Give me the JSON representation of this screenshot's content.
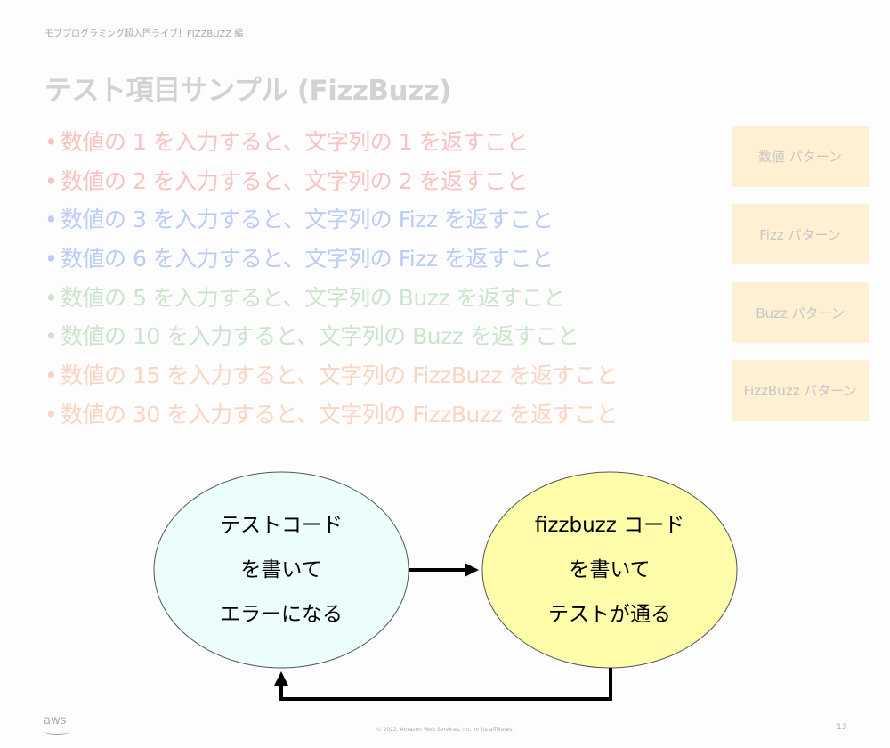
{
  "header": {
    "subtitle": "モブプログラミング超入門ライブ！FIZZBUZZ 編"
  },
  "title": "テスト項目サンプル (FizzBuzz)",
  "bullets": [
    {
      "text": "数値の 1 を入力すると、文字列の 1 を返すこと",
      "color": "#f9c2c2"
    },
    {
      "text": "数値の 2 を入力すると、文字列の 2 を返すこと",
      "color": "#f9c2c2"
    },
    {
      "text": "数値の 3 を入力すると、文字列の Fizz を返すこと",
      "color": "#bccbf8"
    },
    {
      "text": "数値の 6 を入力すると、文字列の Fizz を返すこと",
      "color": "#bccbf8"
    },
    {
      "text": "数値の 5 を入力すると、文字列の Buzz を返すこと",
      "color": "#cde3cd"
    },
    {
      "text": "数値の 10 を入力すると、文字列の Buzz を返すこと",
      "color": "#cde3cd"
    },
    {
      "text": "数値の 15 を入力すると、文字列の FizzBuzz を返すこと",
      "color": "#f8d5c4"
    },
    {
      "text": "数値の 30 を入力すると、文字列の FizzBuzz を返すこと",
      "color": "#f8d5c4"
    }
  ],
  "patterns": [
    "数値 パターン",
    "Fizz パターン",
    "Buzz パターン",
    "FizzBuzz パターン"
  ],
  "cycle": {
    "left": {
      "lines": [
        "テストコード",
        "を書いて",
        "エラーになる"
      ],
      "fill": "#ebfefc"
    },
    "right": {
      "lines": [
        "fizzbuzz コード",
        "を書いて",
        "テストが通る"
      ],
      "fill": "#fffdaa"
    }
  },
  "footer": {
    "copyright": "© 2022, Amazon Web Services, Inc. or its affiliates.",
    "logo": "aws",
    "page": "13"
  }
}
